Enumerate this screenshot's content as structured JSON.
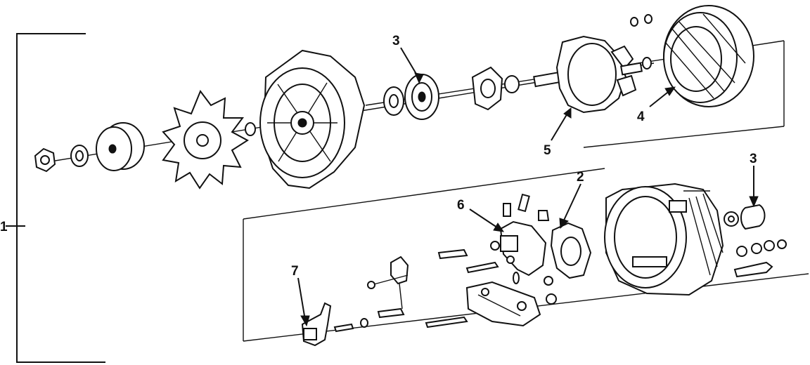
{
  "callouts": {
    "assembly": "1",
    "brush_holder_insulator": "2",
    "bearing_front": "3",
    "bearing_rear": "3",
    "stator": "4",
    "rotor": "5",
    "brush_holder": "6",
    "regulator": "7"
  }
}
